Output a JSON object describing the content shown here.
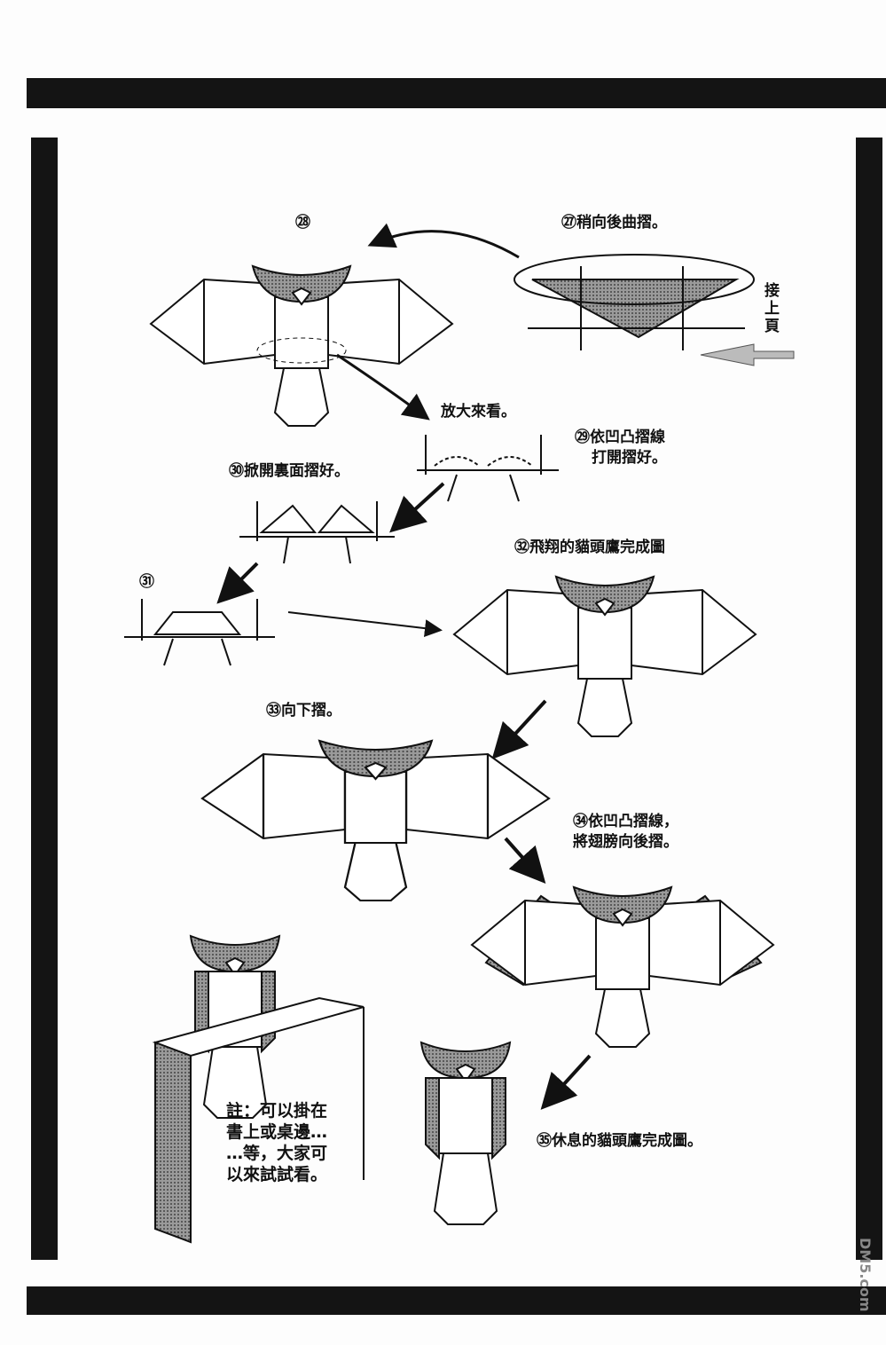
{
  "steps": {
    "s27": "㉗稍向後曲摺。",
    "s28": "㉘",
    "continue": "接上頁",
    "zoom": "放大來看。",
    "s29_line1": "㉙依凹凸摺線",
    "s29_line2": "打開摺好。",
    "s30": "㉚掀開裏面摺好。",
    "s31": "㉛",
    "s32": "㉜飛翔的貓頭鷹完成圖",
    "s33": "㉝向下摺。",
    "s34_line1": "㉞依凹凸摺線，",
    "s34_line2": "將翅膀向後摺。",
    "s35": "㉟休息的貓頭鷹完成圖。"
  },
  "note": {
    "line1": "註：可以掛在",
    "line2": "書上或桌邊…",
    "line3": "…等，大家可",
    "line4": "以來試試看。"
  },
  "watermark": "DM5.com",
  "colors": {
    "ink": "#111111",
    "shade": "#6a6a6a",
    "bar": "#141414"
  }
}
